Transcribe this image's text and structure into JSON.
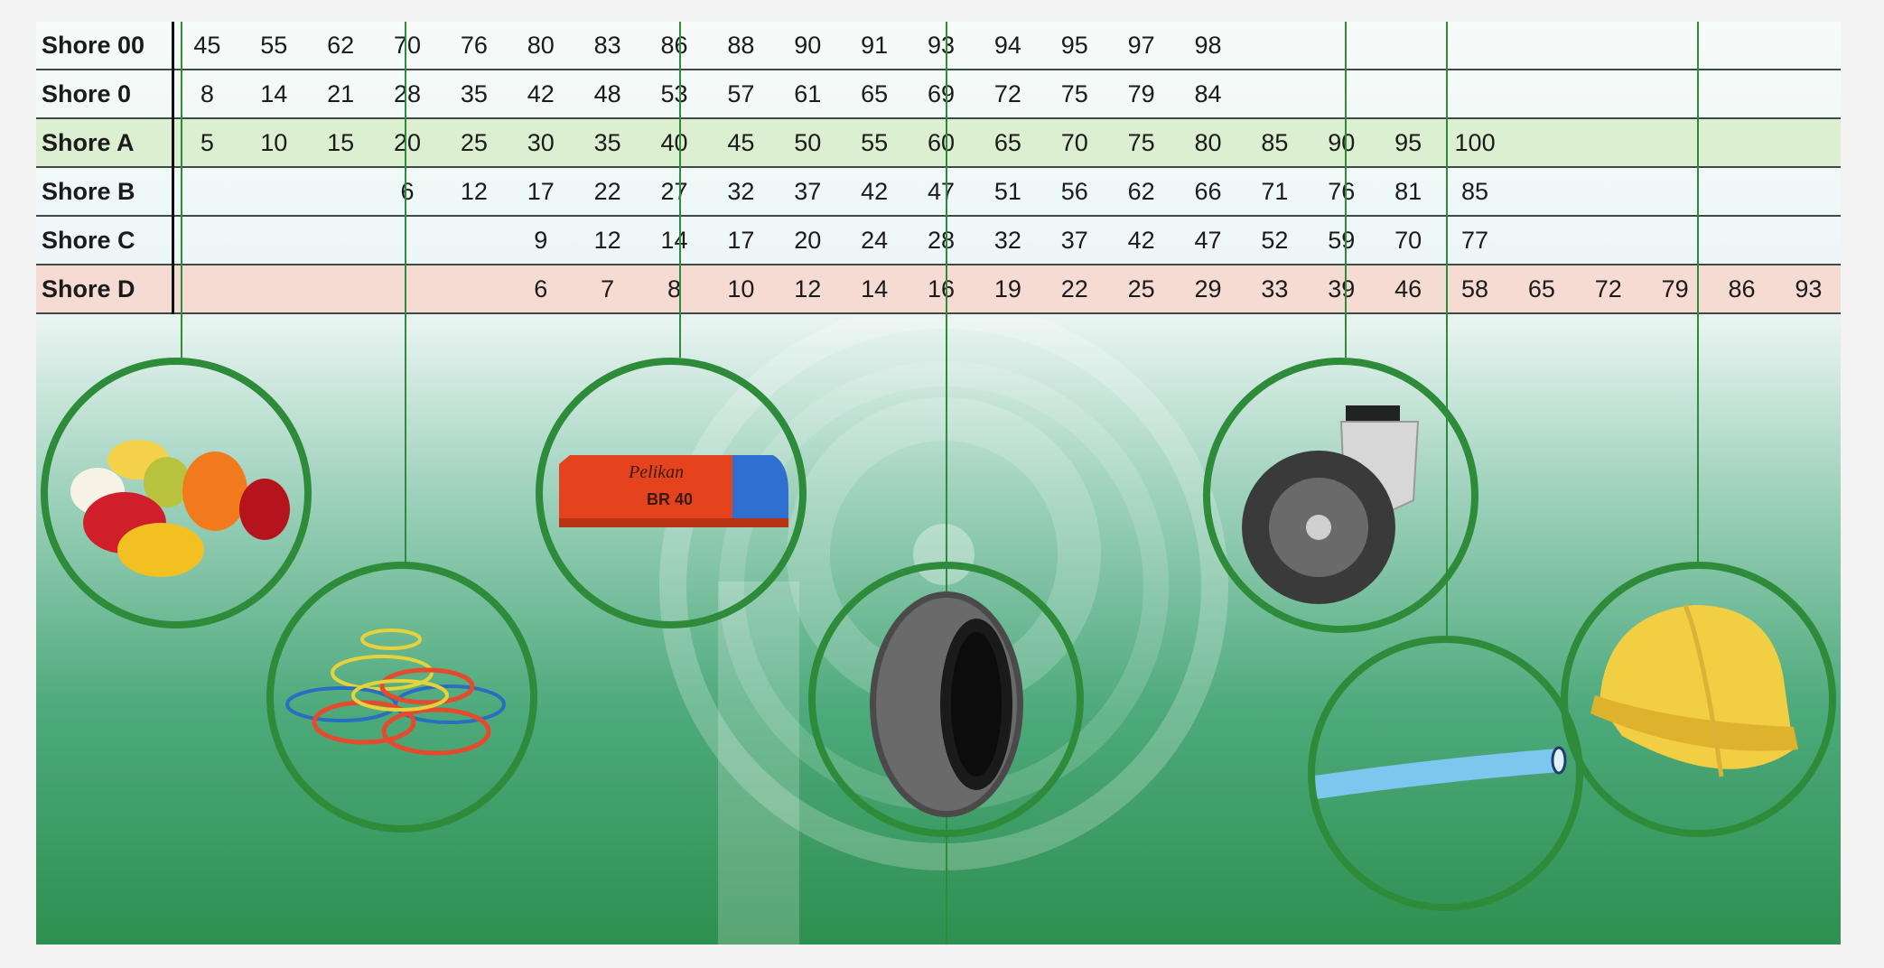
{
  "table": {
    "rows": [
      {
        "label": "Shore 00",
        "values": [
          "45",
          "55",
          "62",
          "70",
          "76",
          "80",
          "83",
          "86",
          "88",
          "90",
          "91",
          "93",
          "94",
          "95",
          "97",
          "98",
          "",
          "",
          "",
          "",
          "",
          "",
          "",
          "",
          ""
        ]
      },
      {
        "label": "Shore 0",
        "values": [
          "8",
          "14",
          "21",
          "28",
          "35",
          "42",
          "48",
          "53",
          "57",
          "61",
          "65",
          "69",
          "72",
          "75",
          "79",
          "84",
          "",
          "",
          "",
          "",
          "",
          "",
          "",
          "",
          ""
        ]
      },
      {
        "label": "Shore A",
        "values": [
          "5",
          "10",
          "15",
          "20",
          "25",
          "30",
          "35",
          "40",
          "45",
          "50",
          "55",
          "60",
          "65",
          "70",
          "75",
          "80",
          "85",
          "90",
          "95",
          "100",
          "",
          "",
          "",
          "",
          ""
        ]
      },
      {
        "label": "Shore B",
        "values": [
          "",
          "",
          "",
          "6",
          "12",
          "17",
          "22",
          "27",
          "32",
          "37",
          "42",
          "47",
          "51",
          "56",
          "62",
          "66",
          "71",
          "76",
          "81",
          "85",
          "",
          "",
          "",
          "",
          ""
        ]
      },
      {
        "label": "Shore C",
        "values": [
          "",
          "",
          "",
          "",
          "",
          "9",
          "12",
          "14",
          "17",
          "20",
          "24",
          "28",
          "32",
          "37",
          "42",
          "47",
          "52",
          "59",
          "70",
          "77",
          "",
          "",
          "",
          "",
          ""
        ]
      },
      {
        "label": "Shore D",
        "values": [
          "",
          "",
          "",
          "",
          "",
          "6",
          "7",
          "8",
          "10",
          "12",
          "14",
          "16",
          "19",
          "22",
          "25",
          "29",
          "33",
          "39",
          "46",
          "58",
          "65",
          "72",
          "79",
          "86",
          "93"
        ]
      }
    ]
  },
  "materials": [
    {
      "name": "gummy-bears"
    },
    {
      "name": "rubber-bands"
    },
    {
      "name": "eraser",
      "brand_text": "Pelikan",
      "model_text": "BR 40"
    },
    {
      "name": "tire"
    },
    {
      "name": "caster-wheel"
    },
    {
      "name": "tubing"
    },
    {
      "name": "hard-hat"
    }
  ],
  "colors": {
    "shore_a_row": "#dcefd0",
    "shore_d_row": "#f6dbd3",
    "circle_border": "#2e8b3a",
    "background_bottom": "#2f8f50"
  }
}
